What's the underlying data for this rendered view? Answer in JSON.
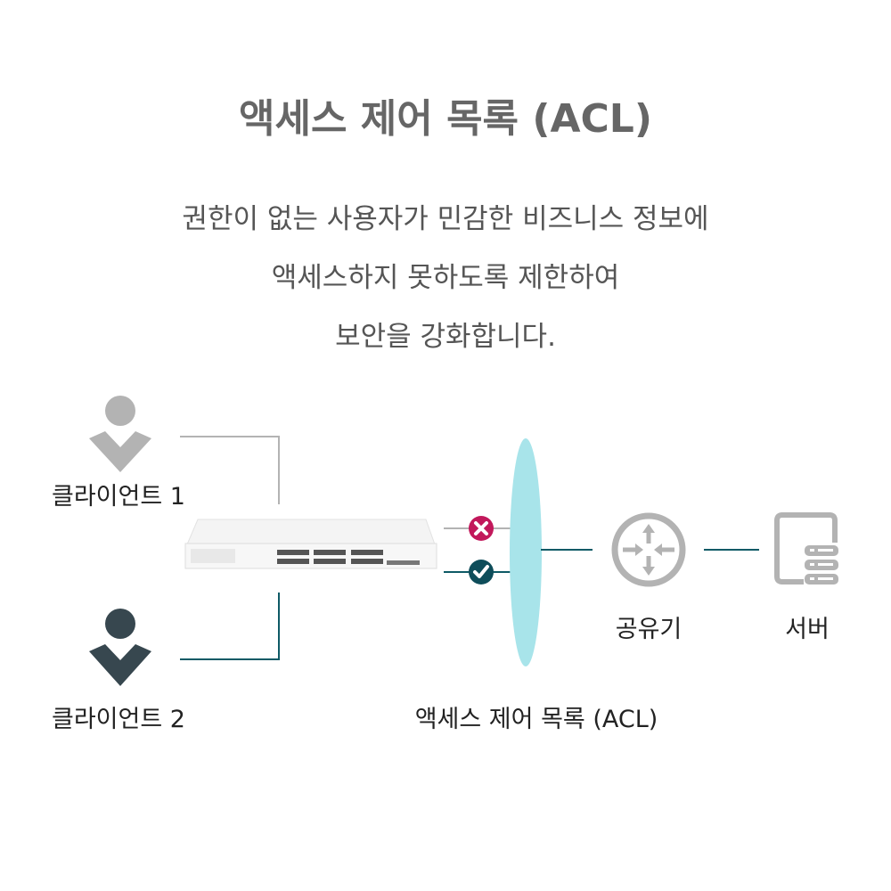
{
  "title": "액세스 제어 목록 (ACL)",
  "description": [
    "권한이 없는 사용자가 민감한 비즈니스 정보에",
    "액세스하지 못하도록 제한하여",
    "보안을 강화합니다."
  ],
  "diagram": {
    "client1": "클라이언트 1",
    "client2": "클라이언트 2",
    "router": "공유기",
    "server": "서버",
    "acl": "액세스 제어 목록 (ACL)"
  },
  "colors": {
    "denied": "#c2185b",
    "allowed": "#0e4d5a",
    "acl": "#a8e4ea",
    "gray": "#b3b3b3",
    "teal": "#0e5a66"
  }
}
